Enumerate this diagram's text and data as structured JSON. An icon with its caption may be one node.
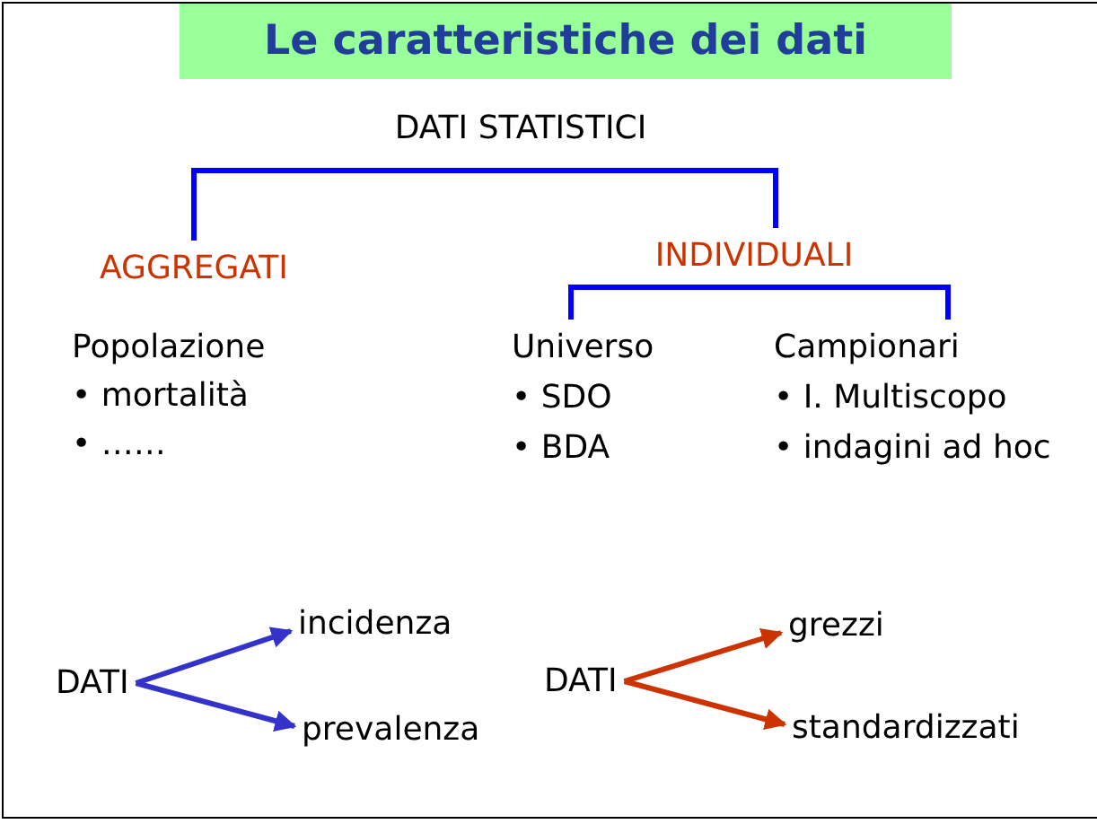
{
  "diagram": {
    "title": "Le caratteristiche dei dati",
    "nodes": [
      {
        "text": [
          "DATI STATISTICI"
        ]
      },
      {
        "text": [
          "AGGREGATI"
        ]
      },
      {
        "text": [
          "INDIVIDUALI"
        ]
      },
      {
        "text": [
          "Universo",
          "• SDO",
          "• BDA"
        ]
      },
      {
        "text": [
          "Campionari",
          "• I. Multiscopo",
          "• indagini ad hoc"
        ]
      },
      {
        "text": [
          "DATI"
        ]
      },
      {
        "text": [
          "incidenza"
        ]
      },
      {
        "text": [
          "prevalenza"
        ]
      },
      {
        "text": [
          "DATI"
        ]
      },
      {
        "text": [
          "grezzi"
        ]
      },
      {
        "text": [
          "standardizzati"
        ]
      }
    ],
    "edges": [
      {
        "from": 0,
        "to": 1,
        "arrow": "none",
        "color": "#0000ff"
      },
      {
        "from": 0,
        "to": 2,
        "arrow": "none",
        "color": "#0000ff"
      },
      {
        "from": 2,
        "to": 3,
        "arrow": "none",
        "color": "#0000ff"
      },
      {
        "from": 2,
        "to": 4,
        "arrow": "none",
        "color": "#0000ff"
      },
      {
        "from": 5,
        "to": 6,
        "arrow": "to",
        "color": "#3333cc"
      },
      {
        "from": 5,
        "to": 7,
        "arrow": "to",
        "color": "#3333cc"
      },
      {
        "from": 8,
        "to": 9,
        "arrow": "to",
        "color": "#cc3300"
      },
      {
        "from": 8,
        "to": 10,
        "arrow": "to",
        "color": "#cc3300"
      }
    ],
    "labels": [
      "Popolazione",
      "• mortalità",
      "• ……"
    ]
  }
}
